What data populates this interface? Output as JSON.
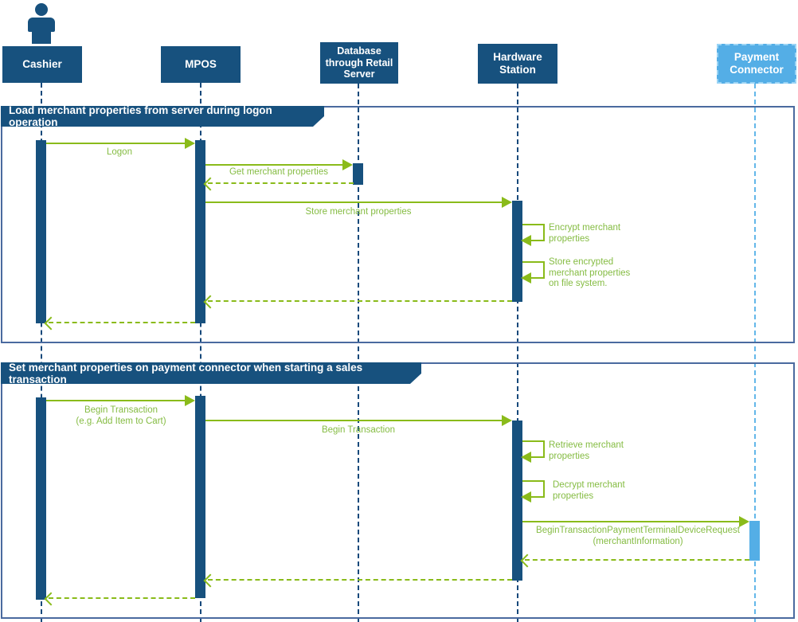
{
  "diagram": {
    "type": "uml-sequence-diagram",
    "colors": {
      "primary_blue": "#17517E",
      "lifeline_blue": "#17497B",
      "external_light_blue": "#54AEE6",
      "external_border": "#9AD4F5",
      "frame_border": "#4A6A9F",
      "arrow_green": "#8ABB1A",
      "label_green": "#85BC43",
      "background": "#FFFFFF"
    },
    "lifelines": [
      {
        "id": "cashier",
        "label": "Cashier",
        "type": "actor"
      },
      {
        "id": "mpos",
        "label": "MPOS",
        "type": "component"
      },
      {
        "id": "database",
        "label": "Database through Retail Server",
        "type": "component"
      },
      {
        "id": "hardware-station",
        "label": "Hardware Station",
        "type": "component"
      },
      {
        "id": "payment-connector",
        "label": "Payment Connector",
        "type": "external-component"
      }
    ],
    "frames": [
      {
        "title": "Load merchant properties from server during logon operation",
        "messages": [
          {
            "from": "cashier",
            "to": "mpos",
            "kind": "call",
            "text": "Logon"
          },
          {
            "from": "mpos",
            "to": "database",
            "kind": "call",
            "text": "Get merchant properties"
          },
          {
            "from": "database",
            "to": "mpos",
            "kind": "return",
            "text": ""
          },
          {
            "from": "mpos",
            "to": "hardware-station",
            "kind": "call",
            "text": "Store merchant properties"
          },
          {
            "from": "hardware-station",
            "to": "hardware-station",
            "kind": "self",
            "text": "Encrypt merchant\nproperties"
          },
          {
            "from": "hardware-station",
            "to": "hardware-station",
            "kind": "self",
            "text": "Store encrypted\nmerchant properties\non file system."
          },
          {
            "from": "hardware-station",
            "to": "mpos",
            "kind": "return",
            "text": ""
          },
          {
            "from": "mpos",
            "to": "cashier",
            "kind": "return",
            "text": ""
          }
        ]
      },
      {
        "title": "Set merchant properties on payment connector when starting a sales transaction",
        "messages": [
          {
            "from": "cashier",
            "to": "mpos",
            "kind": "call",
            "text": "Begin Transaction\n(e.g. Add Item to Cart)"
          },
          {
            "from": "mpos",
            "to": "hardware-station",
            "kind": "call",
            "text": "Begin Transaction"
          },
          {
            "from": "hardware-station",
            "to": "hardware-station",
            "kind": "self",
            "text": "Retrieve merchant\nproperties"
          },
          {
            "from": "hardware-station",
            "to": "hardware-station",
            "kind": "self",
            "text": "Decrypt merchant\nproperties"
          },
          {
            "from": "hardware-station",
            "to": "payment-connector",
            "kind": "call",
            "text": "BeginTransactionPaymentTerminalDeviceRequest\n(merchantInformation)"
          },
          {
            "from": "payment-connector",
            "to": "hardware-station",
            "kind": "return",
            "text": ""
          },
          {
            "from": "hardware-station",
            "to": "mpos",
            "kind": "return",
            "text": ""
          },
          {
            "from": "mpos",
            "to": "cashier",
            "kind": "return",
            "text": ""
          }
        ]
      }
    ]
  }
}
